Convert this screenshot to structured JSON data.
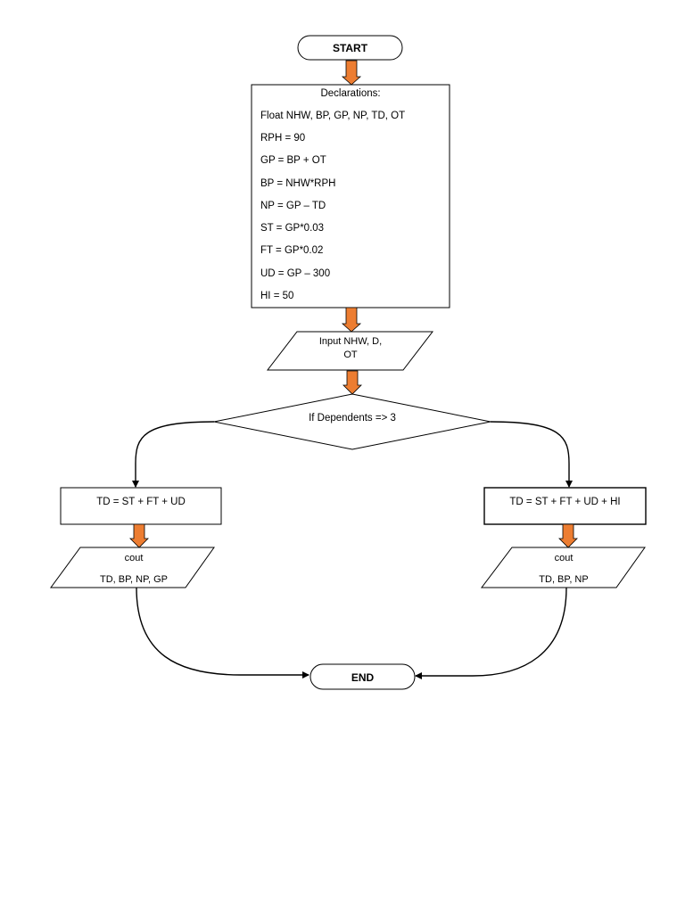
{
  "start": {
    "label": "START"
  },
  "end": {
    "label": "END"
  },
  "declarations": {
    "title": "Declarations:",
    "lines": [
      "Float NHW, BP, GP, NP, TD, OT",
      "RPH = 90",
      "GP = BP + OT",
      "BP = NHW*RPH",
      "NP = GP – TD",
      "ST = GP*0.03",
      "FT = GP*0.02",
      "UD = GP – 300",
      "HI = 50"
    ]
  },
  "input": {
    "line1": "Input NHW, D,",
    "line2": "OT"
  },
  "decision": {
    "label": "If Dependents => 3"
  },
  "left_branch": {
    "process": "TD = ST + FT + UD",
    "output_line1": "cout",
    "output_line2": "TD, BP, NP, GP"
  },
  "right_branch": {
    "process": "TD = ST + FT + UD + HI",
    "output_line1": "cout",
    "output_line2": "TD, BP, NP"
  },
  "colors": {
    "arrow_fill": "#ED7D31",
    "arrow_stroke": "#000000",
    "line": "#000000"
  }
}
